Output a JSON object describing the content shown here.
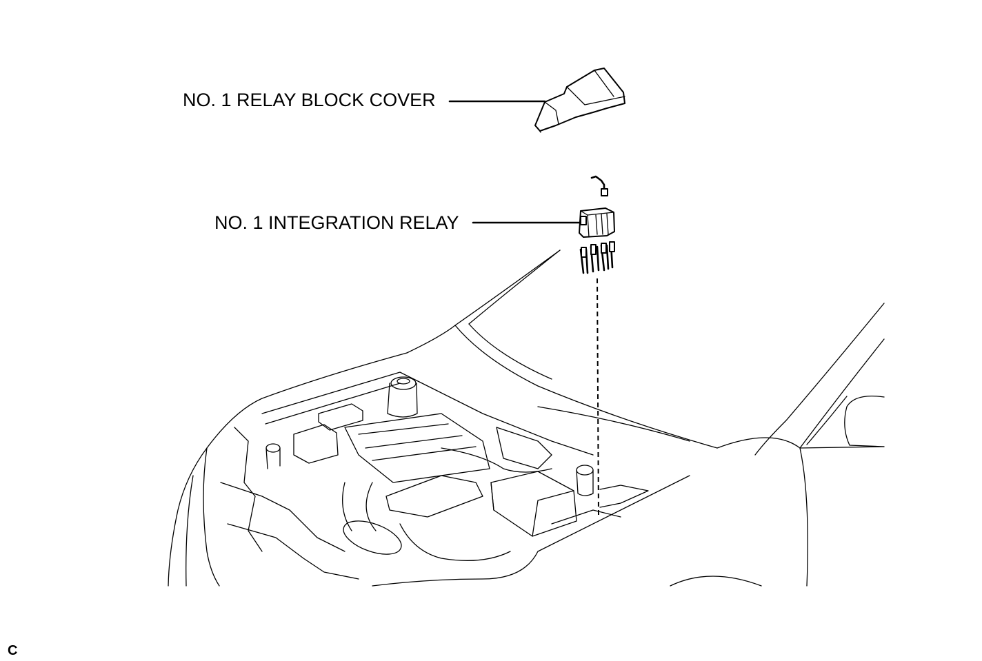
{
  "labels": {
    "cover": "NO. 1 RELAY BLOCK COVER",
    "relay": "NO. 1 INTEGRATION RELAY"
  },
  "corner_code": "C"
}
